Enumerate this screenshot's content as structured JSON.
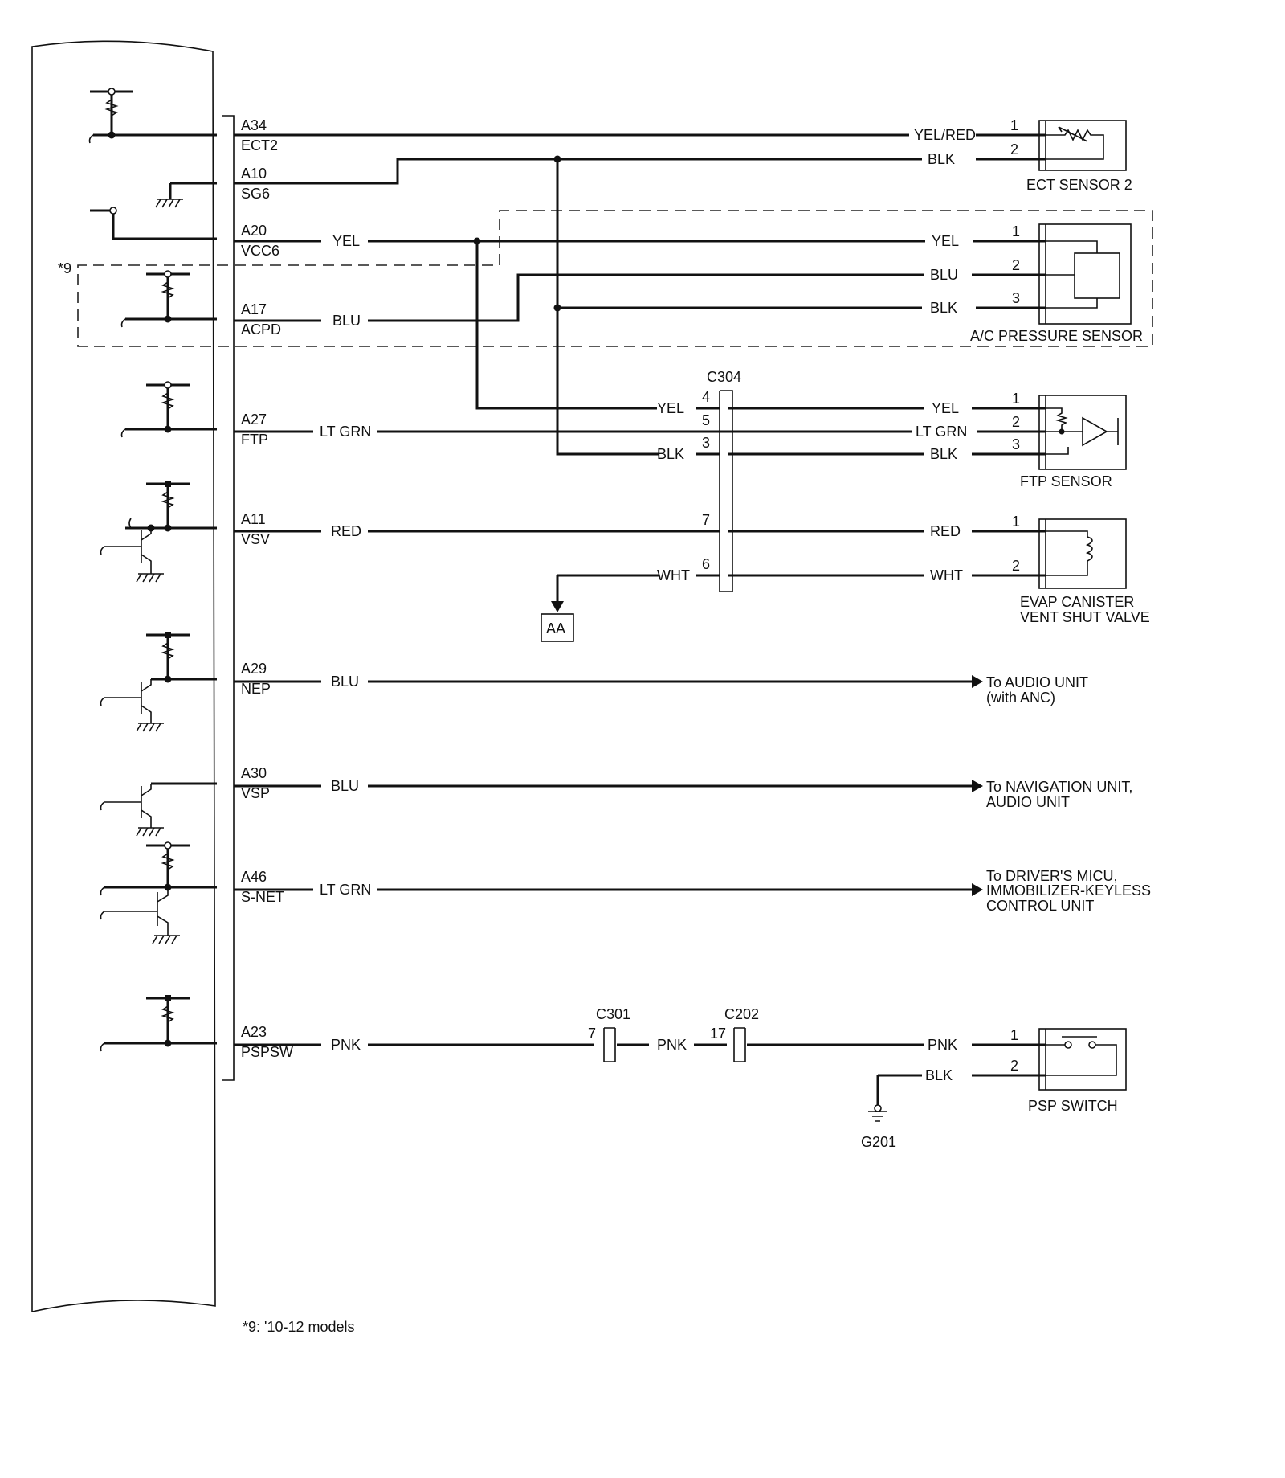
{
  "ecm_pins": [
    {
      "pin": "A34",
      "signal": "ECT2"
    },
    {
      "pin": "A10",
      "signal": "SG6"
    },
    {
      "pin": "A20",
      "signal": "VCC6"
    },
    {
      "pin": "A17",
      "signal": "ACPD"
    },
    {
      "pin": "A27",
      "signal": "FTP"
    },
    {
      "pin": "A11",
      "signal": "VSV"
    },
    {
      "pin": "A29",
      "signal": "NEP"
    },
    {
      "pin": "A30",
      "signal": "VSP"
    },
    {
      "pin": "A46",
      "signal": "S-NET"
    },
    {
      "pin": "A23",
      "signal": "PSPSW"
    }
  ],
  "wire_colors": {
    "a20": "YEL",
    "a17": "BLU",
    "a27": "LT GRN",
    "a11": "RED",
    "a29": "BLU",
    "a30": "BLU",
    "a46": "LT GRN",
    "a23": "PNK"
  },
  "ect_sensor": {
    "label": "ECT SENSOR 2",
    "wires": [
      "YEL/RED",
      "BLK"
    ],
    "pins": [
      "1",
      "2"
    ]
  },
  "ac_sensor": {
    "label": "A/C PRESSURE SENSOR",
    "wires": [
      "YEL",
      "BLU",
      "BLK"
    ],
    "pins": [
      "1",
      "2",
      "3"
    ]
  },
  "c304": {
    "label": "C304",
    "left_wires": [
      "YEL",
      "BLK",
      "WHT"
    ],
    "pins": [
      "4",
      "5",
      "3",
      "7",
      "6"
    ]
  },
  "ftp_sensor": {
    "label": "FTP SENSOR",
    "wires": [
      "YEL",
      "LT GRN",
      "BLK"
    ],
    "pins": [
      "1",
      "2",
      "3"
    ]
  },
  "evap_valve": {
    "label_line1": "EVAP CANISTER",
    "label_line2": "VENT SHUT VALVE",
    "wires": [
      "RED",
      "WHT"
    ],
    "pins": [
      "1",
      "2"
    ]
  },
  "aa_box": "AA",
  "destinations": {
    "nep": [
      "To AUDIO UNIT",
      "(with ANC)"
    ],
    "vsp": [
      "To NAVIGATION UNIT,",
      "AUDIO UNIT"
    ],
    "snet": [
      "To DRIVER'S MICU,",
      "IMMOBILIZER-KEYLESS",
      "CONTROL UNIT"
    ]
  },
  "c301": {
    "label": "C301",
    "pin": "7"
  },
  "c202": {
    "label": "C202",
    "pin": "17"
  },
  "psp_wire_mid": "PNK",
  "psp_switch": {
    "label": "PSP SWITCH",
    "wires": [
      "PNK",
      "BLK"
    ],
    "pins": [
      "1",
      "2"
    ]
  },
  "ground_label": "G201",
  "option_marker": "*9",
  "footnote": "*9:  '10-12 models"
}
